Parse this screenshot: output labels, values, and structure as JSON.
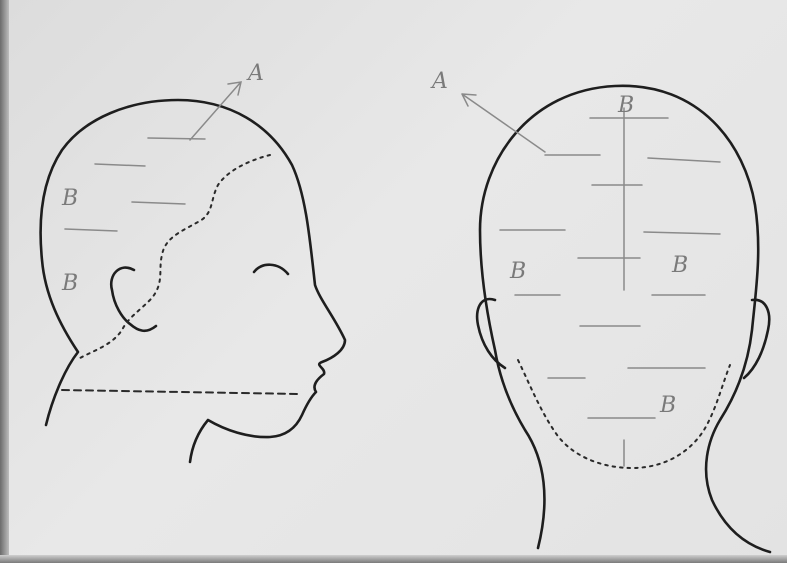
{
  "labels": {
    "side_a": "A",
    "side_b_upper": "B",
    "side_b_lower": "B",
    "back_a": "A",
    "back_b_top": "B",
    "back_b_left": "B",
    "back_b_right": "B",
    "back_b_bottom": "B"
  },
  "colors": {
    "paper": "#e4e4e4",
    "ink": "#1e1e1e",
    "pencil": "#8a8a8a"
  }
}
